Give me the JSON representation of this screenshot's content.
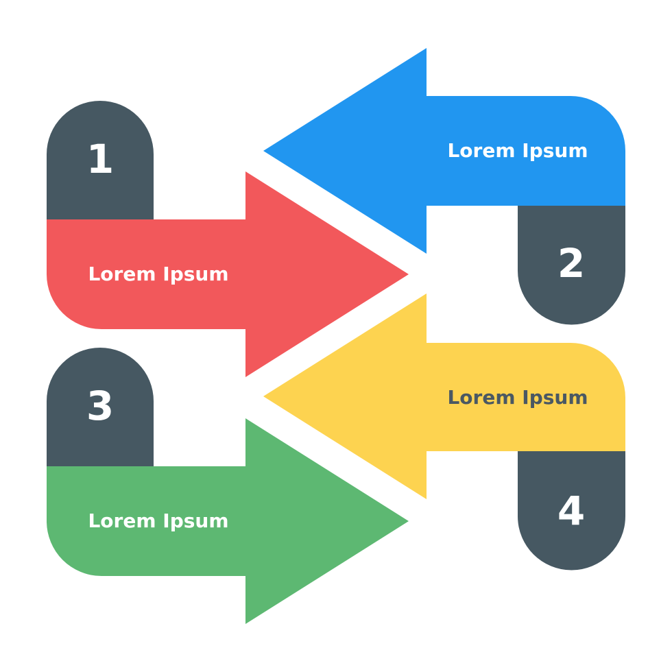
{
  "steps": [
    {
      "number": "1",
      "label": "Lorem Ipsum",
      "color": "#F2585B",
      "text_color": "#FFFFFF"
    },
    {
      "number": "2",
      "label": "Lorem Ipsum",
      "color": "#2196F0",
      "text_color": "#FFFFFF"
    },
    {
      "number": "3",
      "label": "Lorem Ipsum",
      "color": "#5DB872",
      "text_color": "#FFFFFF"
    },
    {
      "number": "4",
      "label": "Lorem Ipsum",
      "color": "#FDD350",
      "text_color": "#4A5863"
    }
  ],
  "tab_color": "#465862",
  "arrow_directions": [
    "right",
    "left",
    "right",
    "left"
  ]
}
